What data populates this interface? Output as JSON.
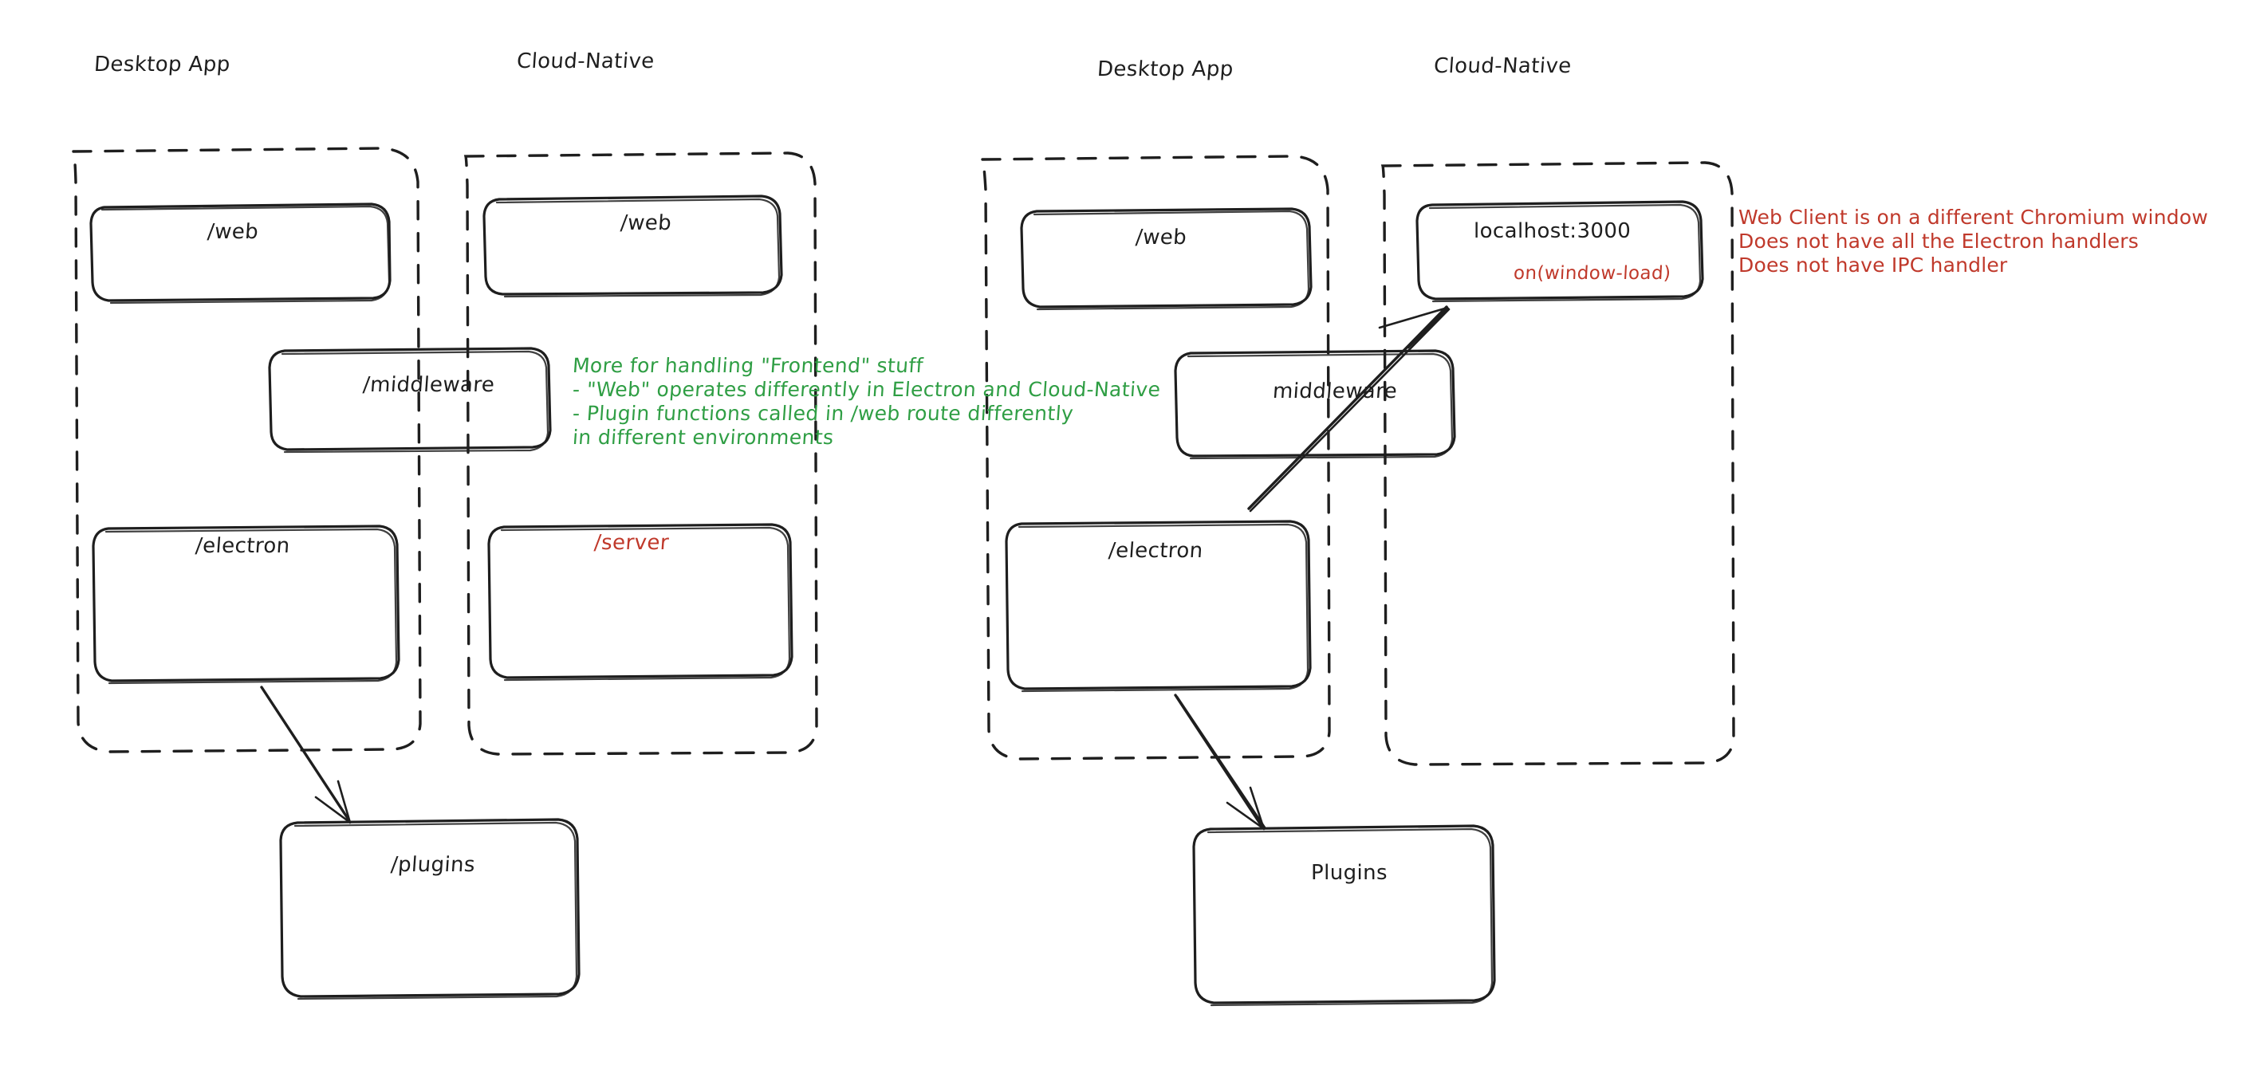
{
  "diagram": {
    "title": "Electron Desktop App vs Cloud-Native architecture comparison",
    "colors": {
      "ink": "#1e1e1e",
      "green": "#2f9e44",
      "red": "#c0392b",
      "background": "#ffffff"
    }
  },
  "left_side": {
    "groups": [
      {
        "id": "left-desktop-app",
        "label": "Desktop App"
      },
      {
        "id": "left-cloud-native",
        "label": "Cloud-Native"
      }
    ],
    "nodes": [
      {
        "id": "left-desktop-web",
        "label": "/web",
        "color": "#1e1e1e"
      },
      {
        "id": "left-cloud-web",
        "label": "/web",
        "color": "#1e1e1e"
      },
      {
        "id": "left-middleware",
        "label": "/middleware",
        "color": "#1e1e1e"
      },
      {
        "id": "left-electron",
        "label": "/electron",
        "color": "#1e1e1e"
      },
      {
        "id": "left-server",
        "label": "/server",
        "color": "#c0392b"
      },
      {
        "id": "left-plugins",
        "label": "/plugins",
        "color": "#1e1e1e"
      }
    ]
  },
  "right_side": {
    "groups": [
      {
        "id": "right-desktop-app",
        "label": "Desktop App"
      },
      {
        "id": "right-cloud-native",
        "label": "Cloud-Native"
      }
    ],
    "nodes": [
      {
        "id": "right-desktop-web",
        "label": "/web",
        "color": "#1e1e1e"
      },
      {
        "id": "right-localhost",
        "label": "localhost:3000",
        "color": "#1e1e1e",
        "sub_label": "on(window-load)",
        "sub_color": "#c0392b"
      },
      {
        "id": "right-middleware",
        "label": "middleware",
        "color": "#1e1e1e"
      },
      {
        "id": "right-electron",
        "label": "/electron",
        "color": "#1e1e1e"
      },
      {
        "id": "right-plugins",
        "label": "Plugins",
        "color": "#1e1e1e"
      }
    ]
  },
  "annotations": {
    "green_note": {
      "color": "#2f9e44",
      "lines": [
        "More for handling \"Frontend\" stuff",
        "- \"Web\" operates differently in Electron and Cloud-Native",
        "- Plugin functions called in /web route differently",
        "in different environments"
      ]
    },
    "red_note": {
      "color": "#c0392b",
      "lines": [
        "Web Client is on a different Chromium window",
        "Does not have all the Electron handlers",
        "Does not have IPC handler"
      ]
    }
  },
  "arrows": [
    {
      "id": "arrow-left-electron-to-plugins",
      "from": "left-electron",
      "to": "left-plugins"
    },
    {
      "id": "arrow-right-electron-to-plugins",
      "from": "right-electron",
      "to": "right-plugins"
    },
    {
      "id": "arrow-right-electron-to-localhost",
      "from": "right-electron",
      "to": "right-localhost"
    }
  ]
}
